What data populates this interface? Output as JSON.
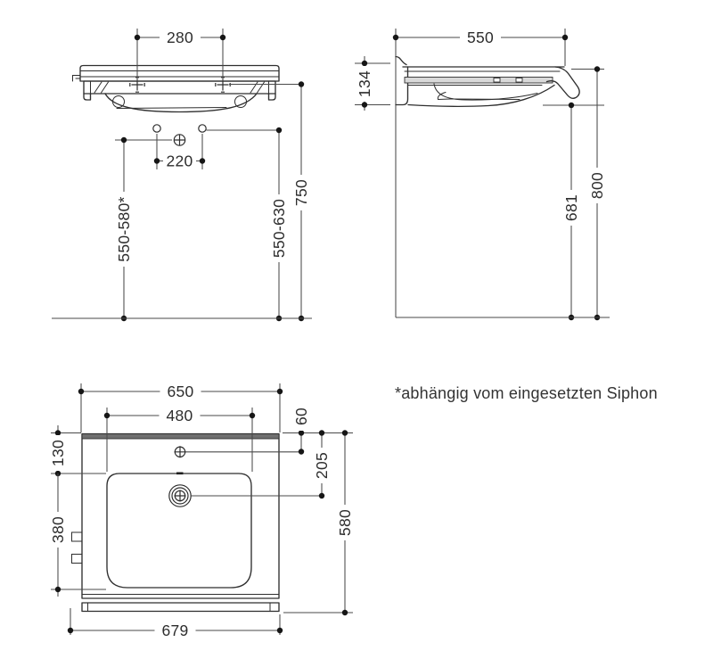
{
  "note": {
    "text": "*abhängig vom eingesetzten Siphon"
  },
  "front_view": {
    "name": "washbasin front elevation",
    "dim_280": "280",
    "dim_220": "220",
    "dim_550_580": "550-580*",
    "dim_550_630": "550-630",
    "dim_750": "750"
  },
  "side_view": {
    "name": "washbasin side elevation",
    "dim_550": "550",
    "dim_134": "134",
    "dim_681": "681",
    "dim_800": "800"
  },
  "top_view": {
    "name": "washbasin plan view",
    "dim_650": "650",
    "dim_480": "480",
    "dim_130": "130",
    "dim_380": "380",
    "dim_679": "679",
    "dim_60": "60",
    "dim_205": "205",
    "dim_580": "580"
  },
  "colors": {
    "line": "#2e2e2e",
    "dim_line": "#4a4a4a",
    "text": "#2d2d2d",
    "band_fill": "#6f6f6f"
  }
}
